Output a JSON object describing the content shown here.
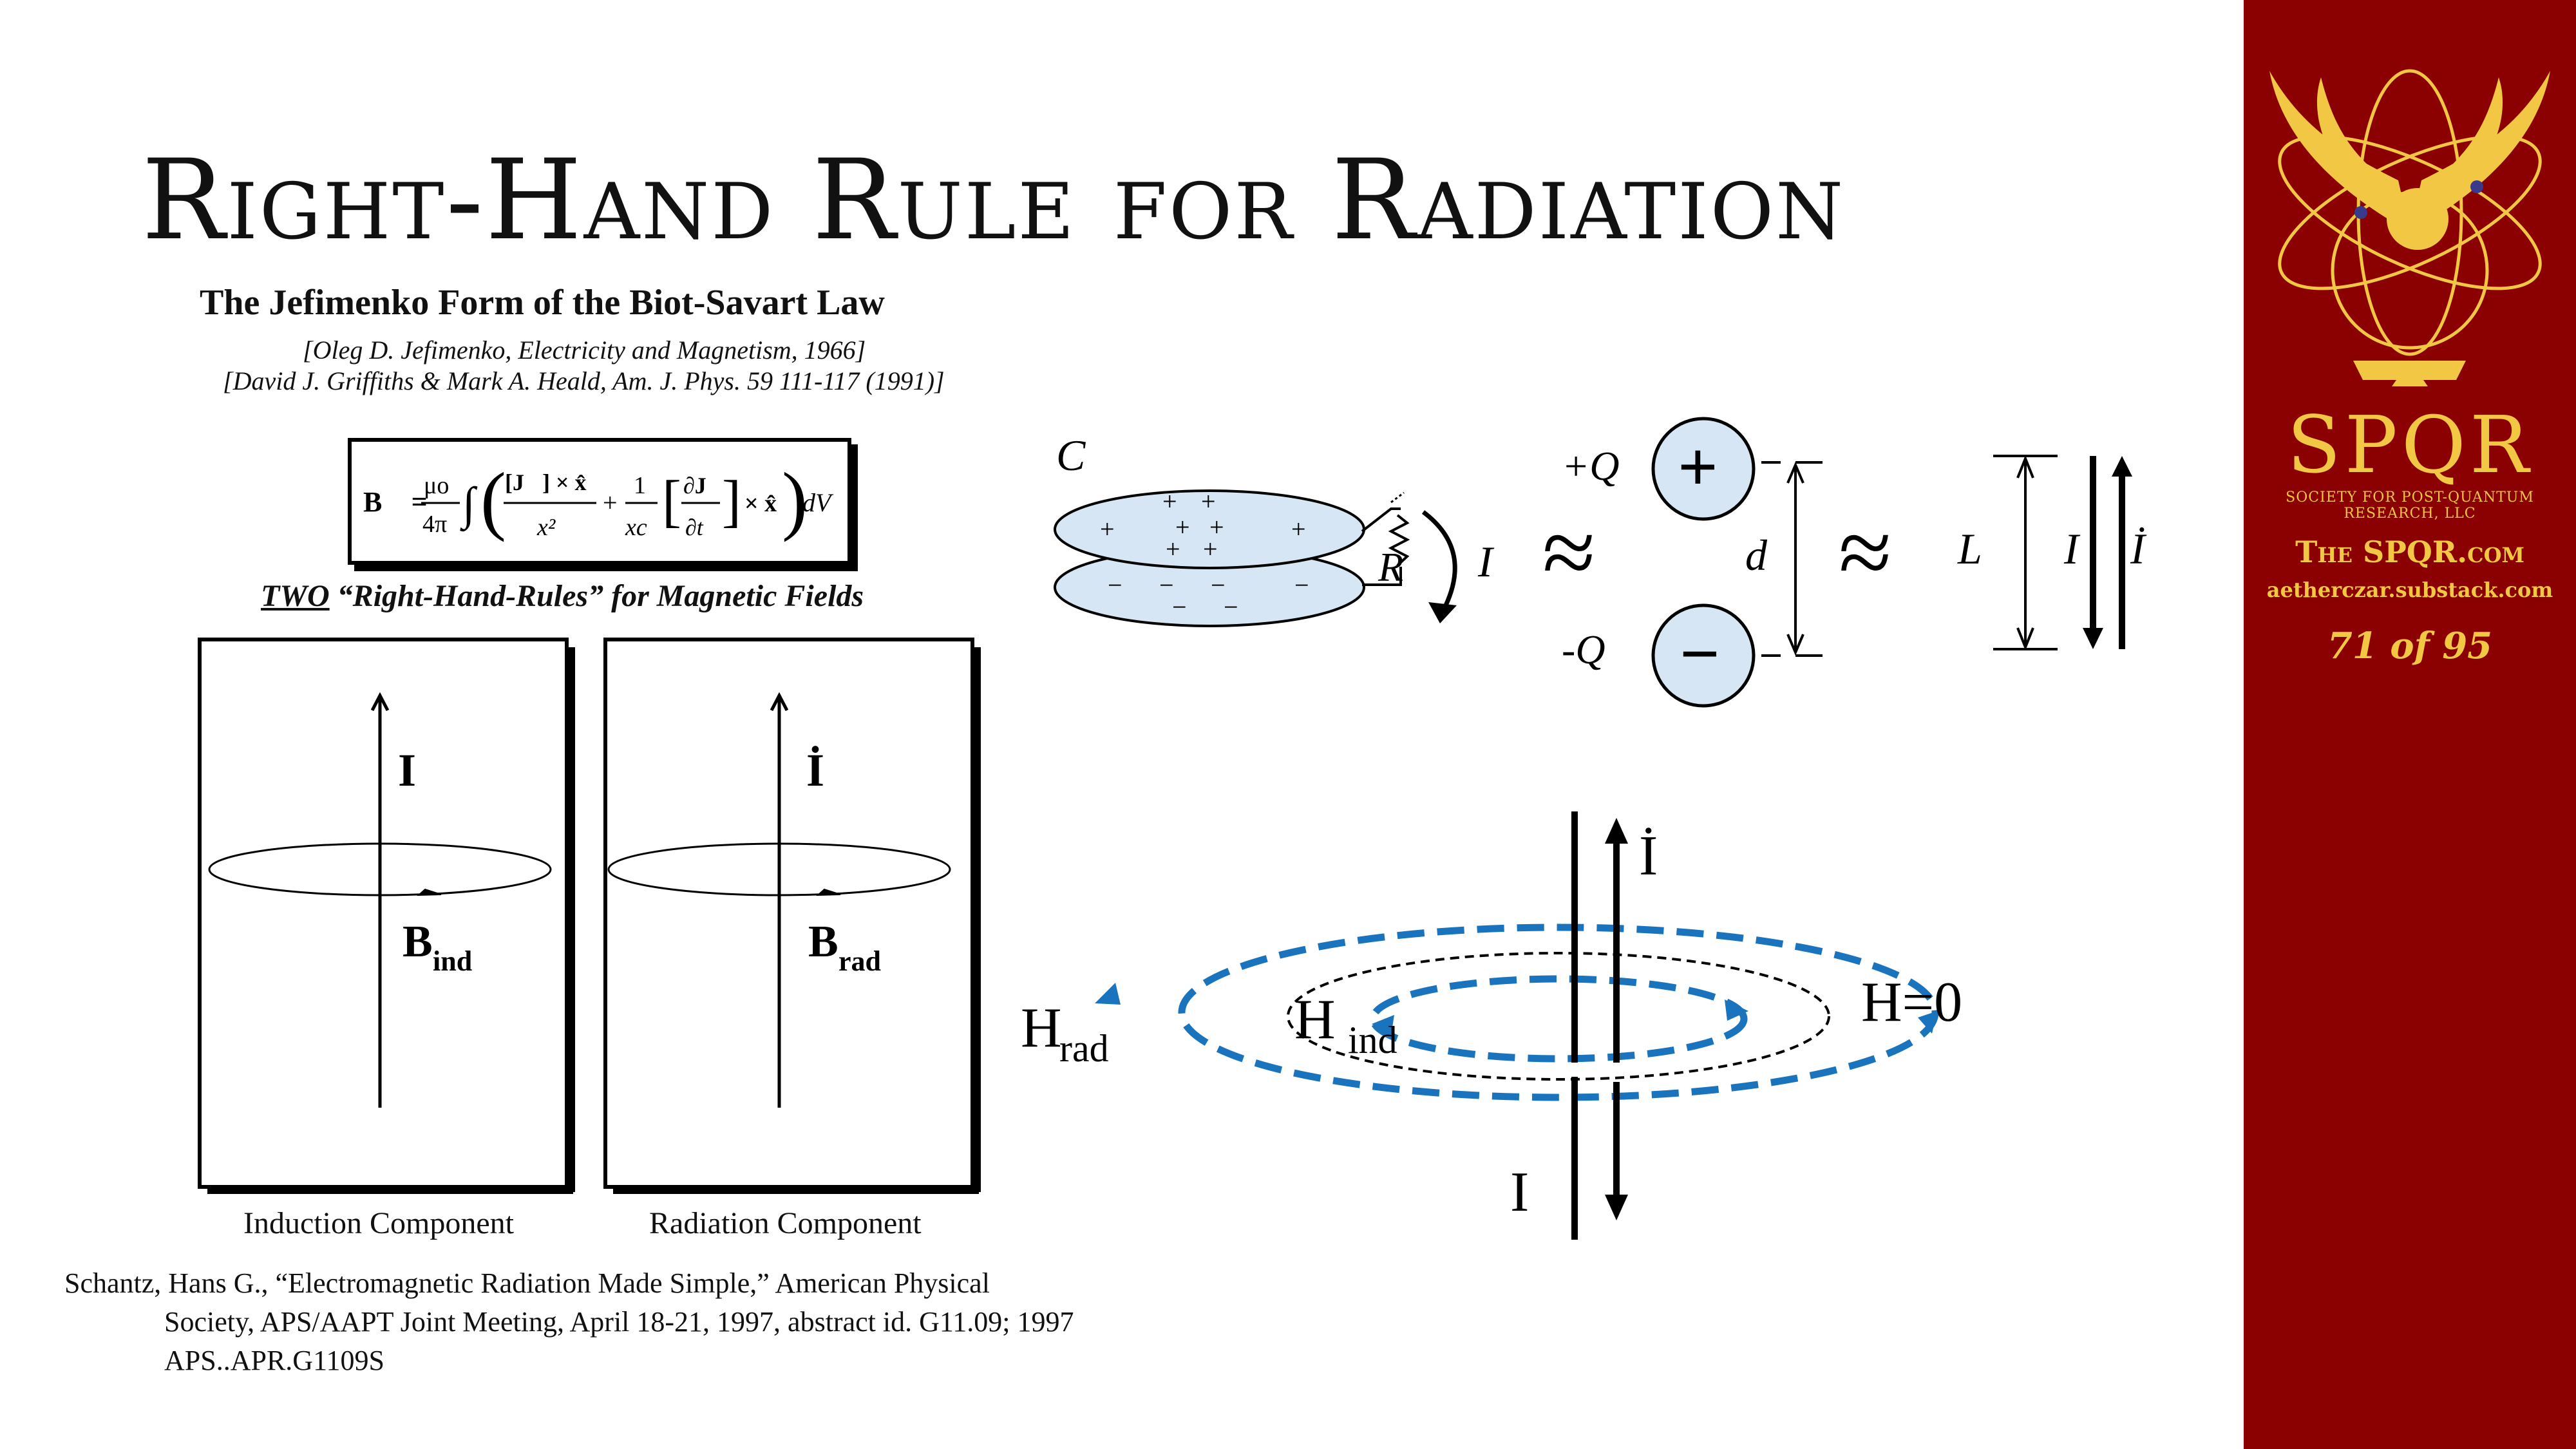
{
  "slide": {
    "title": "Right-Hand Rule for Radiation"
  },
  "jefimenko": {
    "heading": "The Jefimenko Form of the Biot-Savart Law",
    "cite1": "[Oleg D. Jefimenko, Electricity and Magnetism, 1966]",
    "cite2": "[David J. Griffiths & Mark A. Heald, Am. J. Phys. 59 111-117 (1991)]",
    "formula": {
      "lhs": "B⃗ =",
      "mu": "μo",
      "fourpi": "4π",
      "term1_num": "[J⃗] × x̂",
      "term1_den": "x²",
      "plus": "+",
      "term2_num": "1",
      "term2_den": "xc",
      "partial_num": "∂J⃗",
      "partial_den": "∂t",
      "cross": "× x̂",
      "dv": "dV"
    },
    "two_rules_underlined": "TWO",
    "two_rules_rest": " “Right-Hand-Rules” for Magnetic Fields"
  },
  "panels": {
    "induction": {
      "current": "I",
      "field": "B",
      "field_sub": "ind",
      "caption": "Induction Component"
    },
    "radiation": {
      "current": "İ",
      "field": "B",
      "field_sub": "rad",
      "caption": "Radiation Component"
    }
  },
  "circuit": {
    "cap_label": "C",
    "resistor": "R",
    "current": "I",
    "approx1": "≈",
    "plus_q": "+Q",
    "minus_q": "-Q",
    "plus_sign": "+",
    "minus_sign": "−",
    "distance": "d",
    "approx2": "≈",
    "length": "L",
    "current2": "I",
    "current_dot": "İ"
  },
  "field_diagram": {
    "idot": "İ",
    "i_down": "I",
    "h_rad": "H",
    "h_rad_sub": "rad",
    "h_ind": "H",
    "h_ind_sub": "ind",
    "h_zero": "H=0"
  },
  "reference": {
    "line1": "Schantz, Hans G., “Electromagnetic Radiation Made Simple,” American Physical",
    "line2": "Society, APS/AAPT Joint Meeting, April 18-21, 1997, abstract id. G11.09; 1997",
    "line3": "APS..APR.G1109S"
  },
  "sidebar": {
    "logo_text": "SPQR",
    "society": "SOCIETY FOR POST-QUANTUM RESEARCH, LLC",
    "site": "The SPQR.com",
    "substack": "aetherczar.substack.com",
    "page": "71 of 95"
  },
  "colors": {
    "sidebar_bg": "#8b0000",
    "gold": "#f2c744",
    "field_blue": "#1a73bd",
    "capacitor_fill": "#d6e6f5"
  }
}
